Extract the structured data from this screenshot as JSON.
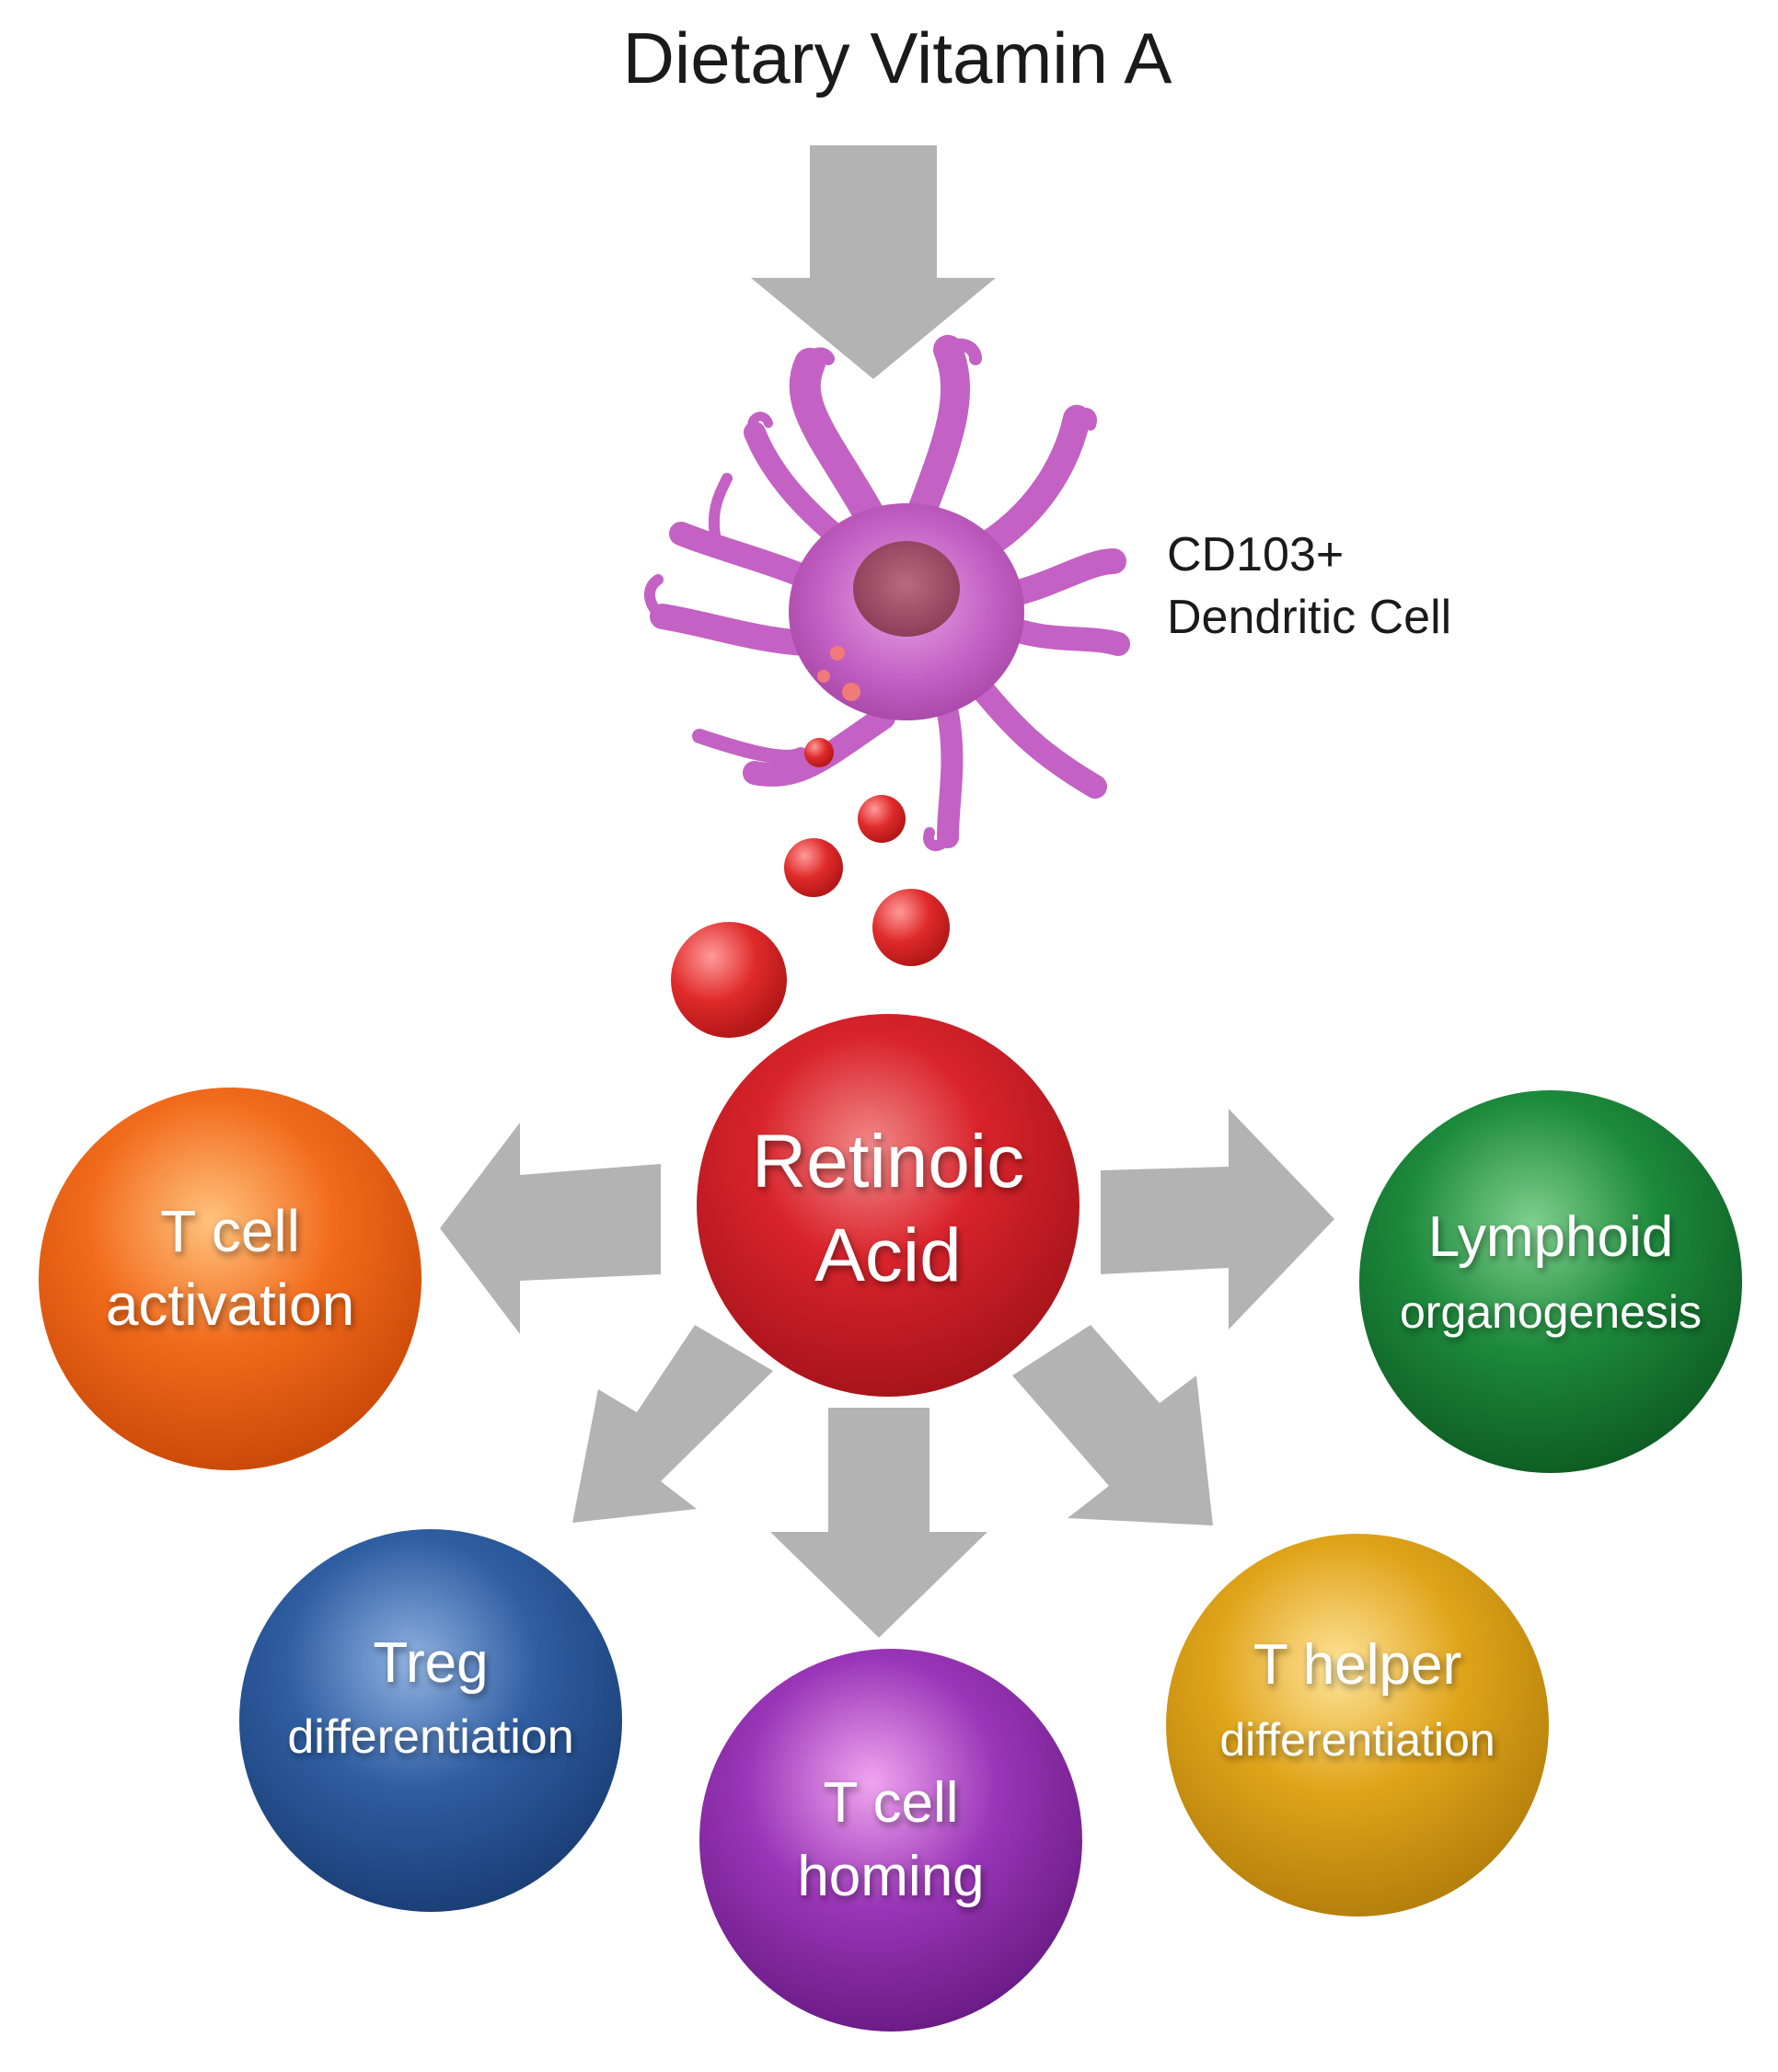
{
  "title": "Dietary Vitamin A",
  "cell_label": {
    "line1": "CD103+",
    "line2": "Dendritic Cell"
  },
  "center": {
    "line1": "Retinoic",
    "line2": "Acid",
    "color": "#d9232b"
  },
  "outcomes": [
    {
      "id": "t-cell-activation",
      "line1": "T cell",
      "line2": "activation",
      "color": "#f26a1b"
    },
    {
      "id": "lymphoid-organogenesis",
      "line1": "Lymphoid",
      "line2": "organogenesis",
      "color": "#1d8a3c"
    },
    {
      "id": "treg-differentiation",
      "line1": "Treg",
      "line2": "differentiation",
      "color": "#2f5ea3"
    },
    {
      "id": "t-cell-homing",
      "line1": "T cell",
      "line2": "homing",
      "color": "#9a36b8"
    },
    {
      "id": "t-helper-differentiation",
      "line1": "T helper",
      "line2": "differentiation",
      "color": "#e0a41a"
    }
  ],
  "colors": {
    "arrow": "#b3b3b3",
    "cell": "#c461c4",
    "nucleus": "#9a4560"
  }
}
